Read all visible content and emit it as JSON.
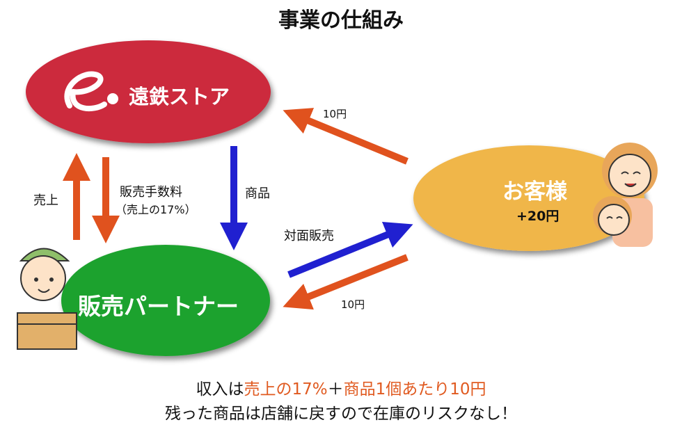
{
  "title": "事業の仕組み",
  "store": {
    "logo_text": "遠鉄ストア",
    "logo_mark": "e"
  },
  "partner": {
    "label": "販売パートナー"
  },
  "customer": {
    "label": "お客様",
    "sub": "+20円"
  },
  "arrows": {
    "sales": "売上",
    "fee": "販売手数料",
    "fee_note": "（売上の17%）",
    "goods": "商品",
    "face_to_face": "対面販売",
    "to_store": "10円",
    "to_partner": "10円"
  },
  "footer": {
    "line1_prefix": "収入は",
    "line1_a": "売上の17%",
    "line1_plus": "＋",
    "line1_b": "商品1個あたり10円",
    "line2": "残った商品は店舗に戻すので在庫のリスクなし！"
  },
  "colors": {
    "red": "#cc2a3e",
    "green": "#1fa22e",
    "yellow": "#f0b64a",
    "orange": "#e0521e",
    "blue": "#2020d0"
  }
}
